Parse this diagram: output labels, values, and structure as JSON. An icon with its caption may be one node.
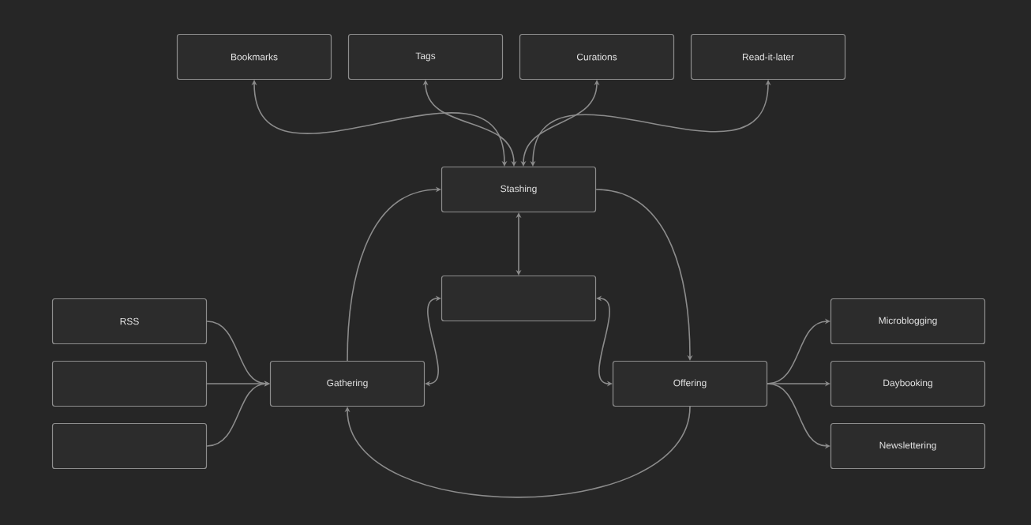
{
  "diagram": {
    "nodes": [
      {
        "text": [
          "Bookmarks"
        ]
      },
      {
        "text": [
          "Tags"
        ]
      },
      {
        "text": [
          "Curations"
        ]
      },
      {
        "text": [
          "Read-it-later"
        ]
      },
      {
        "text": [
          "Stashing"
        ]
      },
      {
        "text": [],
        "shape": "box"
      },
      {
        "text": [
          "RSS"
        ]
      },
      {
        "text": [],
        "shape": "box"
      },
      {
        "text": [],
        "shape": "box"
      },
      {
        "text": [
          "Gathering"
        ]
      },
      {
        "text": [
          "Offering"
        ]
      },
      {
        "text": [
          "Microblogging"
        ]
      },
      {
        "text": [
          "Daybooking"
        ]
      },
      {
        "text": [
          "Newslettering"
        ]
      }
    ],
    "edges": [
      {
        "from": 4,
        "to": 0,
        "arrow": "both"
      },
      {
        "from": 4,
        "to": 1,
        "arrow": "both"
      },
      {
        "from": 4,
        "to": 2,
        "arrow": "both"
      },
      {
        "from": 4,
        "to": 3,
        "arrow": "both"
      },
      {
        "from": 4,
        "to": 5,
        "arrow": "both"
      },
      {
        "from": 5,
        "to": 9,
        "arrow": "both"
      },
      {
        "from": 5,
        "to": 10,
        "arrow": "both"
      },
      {
        "from": 9,
        "to": 4,
        "arrow": "to"
      },
      {
        "from": 4,
        "to": 10,
        "arrow": "to"
      },
      {
        "from": 10,
        "to": 9,
        "arrow": "to"
      },
      {
        "from": 6,
        "to": 9,
        "arrow": "to"
      },
      {
        "from": 7,
        "to": 9,
        "arrow": "to"
      },
      {
        "from": 8,
        "to": 9,
        "arrow": "to"
      },
      {
        "from": 10,
        "to": 11,
        "arrow": "to"
      },
      {
        "from": 10,
        "to": 12,
        "arrow": "to"
      },
      {
        "from": 10,
        "to": 13,
        "arrow": "to"
      }
    ]
  }
}
